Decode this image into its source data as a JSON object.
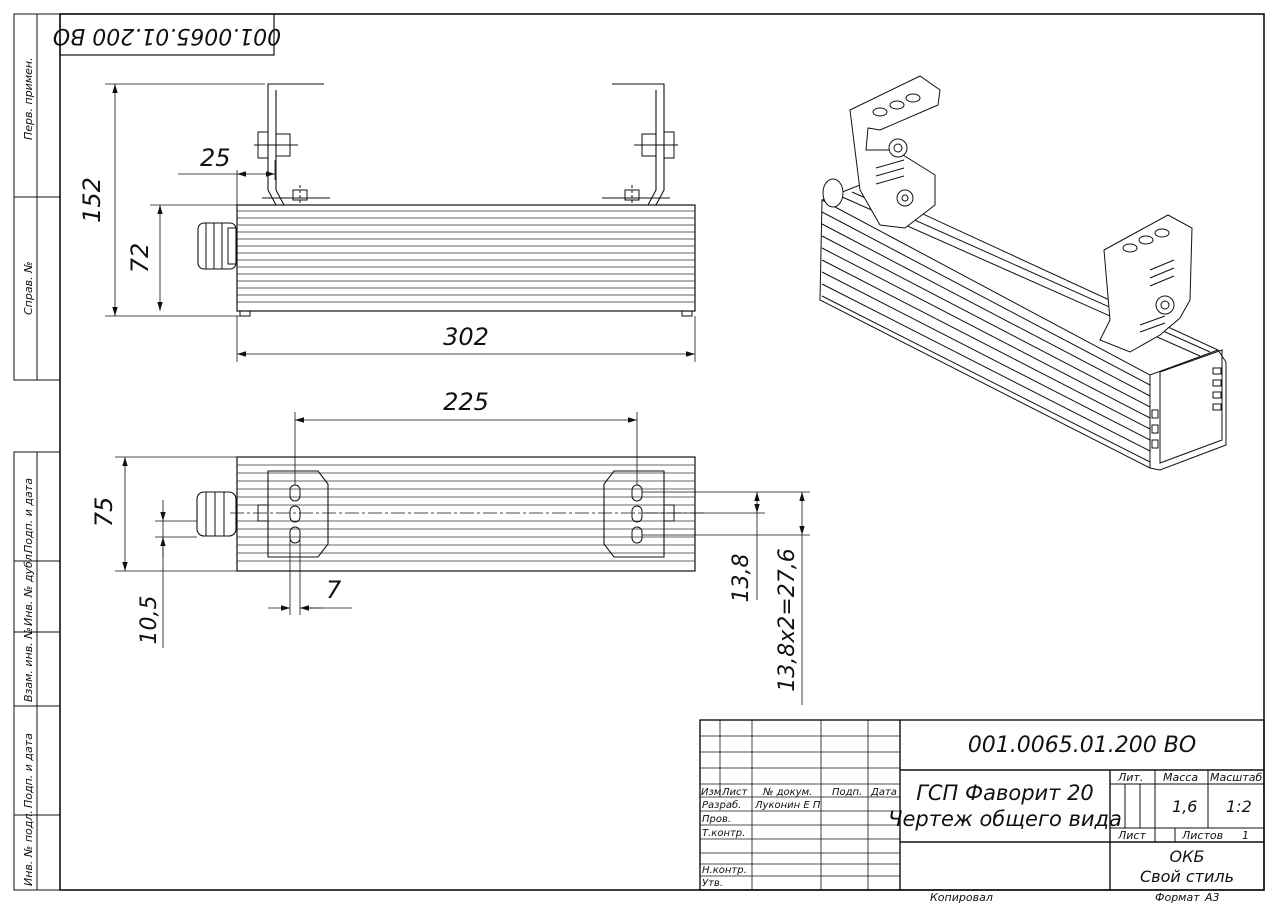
{
  "stamp_code": "001.0065.01.200 ВО",
  "left_strip": [
    "Перв. примен.",
    "Справ. №",
    "Подп. и дата",
    "Инв. № дубл.",
    "Взам. инв. №",
    "Подп. и дата",
    "Инв. № подл."
  ],
  "dims": {
    "d25": "25",
    "d152": "152",
    "d72": "72",
    "d302": "302",
    "d225": "225",
    "d75": "75",
    "d7": "7",
    "d10_5": "10,5",
    "d13_8": "13,8",
    "d27_6": "13,8х2=27,6"
  },
  "title_block": {
    "doc_code": "001.0065.01.200 ВО",
    "name_line1": "ГСП Фаворит 20",
    "name_line2": "Чертеж общего вида",
    "hdr_izm": "Изм",
    "hdr_list": "Лист",
    "hdr_docnum": "№ докум.",
    "hdr_podp": "Подп.",
    "hdr_data": "Дата",
    "razrab_label": "Разраб.",
    "razrab_name": "Луконин Е П",
    "prov_label": "Пров.",
    "tkontr_label": "Т.контр.",
    "nkontr_label": "Н.контр.",
    "utv_label": "Утв.",
    "lit_label": "Лит.",
    "massa_label": "Масса",
    "masshtab_label": "Масштаб",
    "massa_value": "1,6",
    "masshtab_value": "1:2",
    "list_label": "Лист",
    "listov_label": "Листов",
    "listov_value": "1",
    "org_line1": "ОКБ",
    "org_line2": "Свой стиль"
  },
  "footer": {
    "copied": "Копировал",
    "format_label": "Формат",
    "format_value": "А3"
  }
}
